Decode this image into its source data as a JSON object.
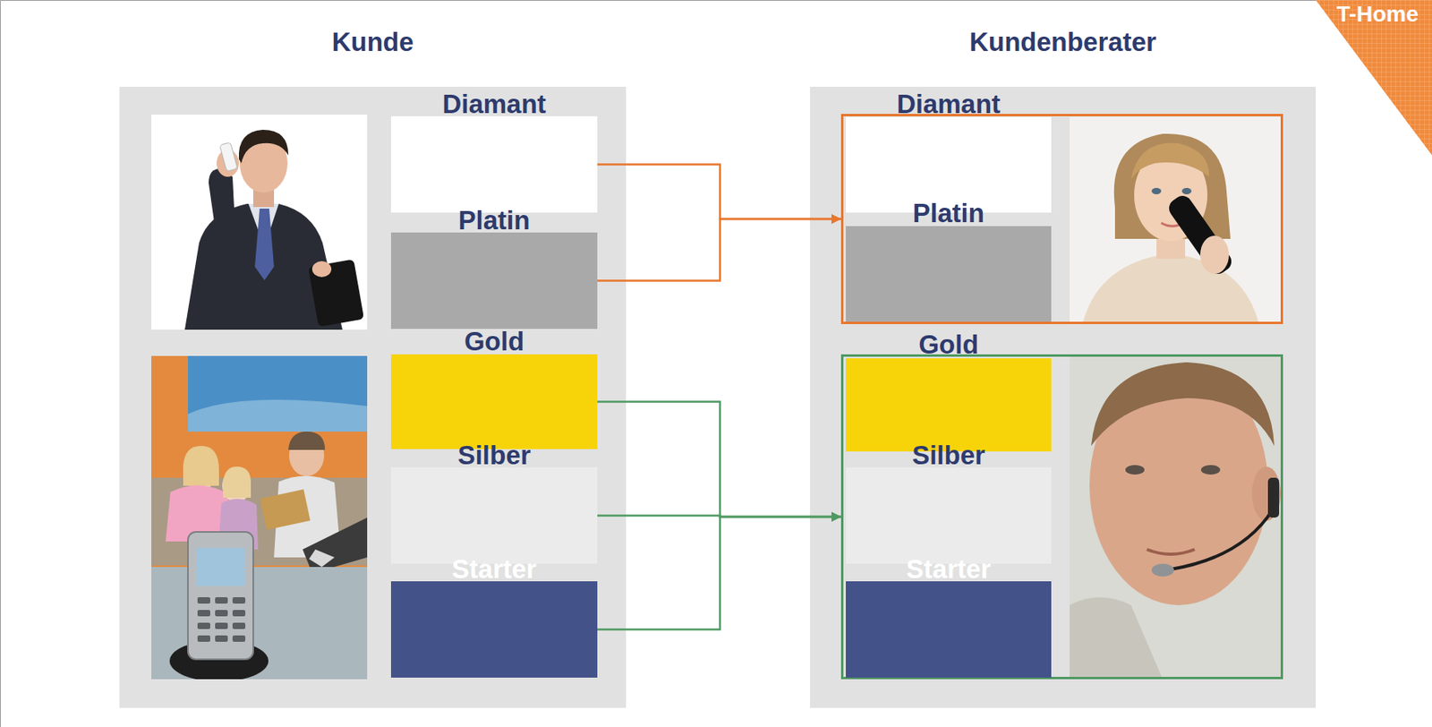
{
  "diagram": {
    "nodes": [
      {
        "text": [
          "Kunde"
        ]
      },
      {
        "text": [
          "Diamant"
        ],
        "in": 0
      },
      {
        "text": [
          "Platin"
        ],
        "in": 0
      },
      {
        "text": [
          "Gold"
        ],
        "in": 0
      },
      {
        "text": [
          "Silber"
        ],
        "in": 0
      },
      {
        "text": [
          "Starter"
        ],
        "in": 0
      },
      {
        "text": [
          "Kundenberater"
        ]
      },
      {
        "text": [],
        "in": 6
      },
      {
        "text": [
          "Diamant"
        ],
        "in": 7
      },
      {
        "text": [
          "Platin"
        ],
        "in": 7
      },
      {
        "text": [],
        "in": 6
      },
      {
        "text": [
          "Gold"
        ],
        "in": 10
      },
      {
        "text": [
          "Silber"
        ],
        "in": 10
      },
      {
        "text": [
          "Starter"
        ],
        "in": 10
      }
    ],
    "edges": [
      {
        "from": 1,
        "to": 7,
        "arrow": "to"
      },
      {
        "from": 2,
        "to": 7,
        "arrow": "to"
      },
      {
        "from": 3,
        "to": 10,
        "arrow": "to"
      },
      {
        "from": 4,
        "to": 10,
        "arrow": "to"
      },
      {
        "from": 5,
        "to": 10,
        "arrow": "to"
      }
    ],
    "labels": [
      "T-Home"
    ]
  }
}
